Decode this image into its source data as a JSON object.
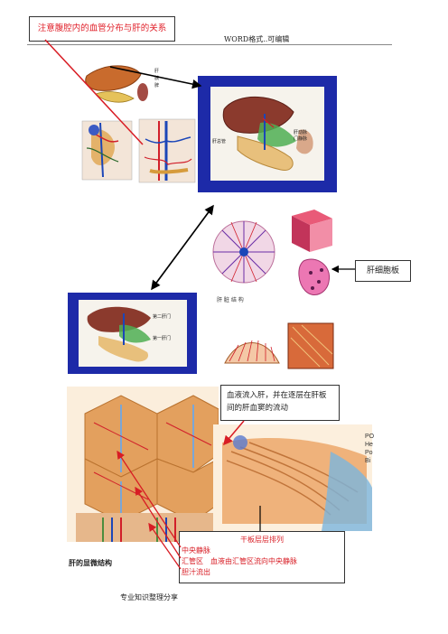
{
  "header": {
    "note": "注意腹腔内的血管分布与肝的关系",
    "right_text": "WORD格式..可编辑"
  },
  "callouts": {
    "hepatic_plate": "肝细胞板",
    "blood_flow": "血液流入肝，并在逐层在肝板间的肝血窦的流动",
    "liver_plate_title": "干板层层排列",
    "line1": "中央静脉",
    "line2": "汇管区　血液由汇管区流向中央静脉",
    "line3": "胆汁流出"
  },
  "labels": {
    "liver_micro": "肝的显微结构",
    "footer": "专业知识整理分享",
    "right_side": [
      "PO",
      "He",
      "Po",
      "Bi"
    ]
  },
  "colors": {
    "accent_red": "#d81c24",
    "frame_blue": "#1d2aa8"
  }
}
